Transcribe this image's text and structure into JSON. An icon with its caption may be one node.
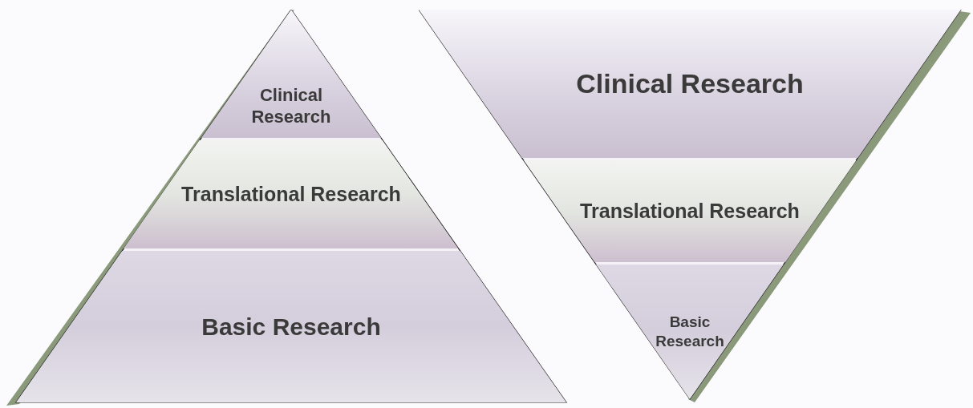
{
  "diagram": {
    "nodes": [
      {
        "text": [],
        "shape": "triangle"
      },
      {
        "text": [
          "Clinical Research"
        ],
        "in": 0
      },
      {
        "text": [
          "Translational Research"
        ],
        "in": 0
      },
      {
        "text": [
          "Basic Research"
        ],
        "in": 0
      },
      {
        "text": [],
        "shape": "triangle"
      },
      {
        "text": [
          "Clinical Research"
        ],
        "in": 4
      },
      {
        "text": [
          "Translational Research"
        ],
        "in": 4
      },
      {
        "text": [
          "Basic Research"
        ],
        "in": 4
      }
    ]
  }
}
